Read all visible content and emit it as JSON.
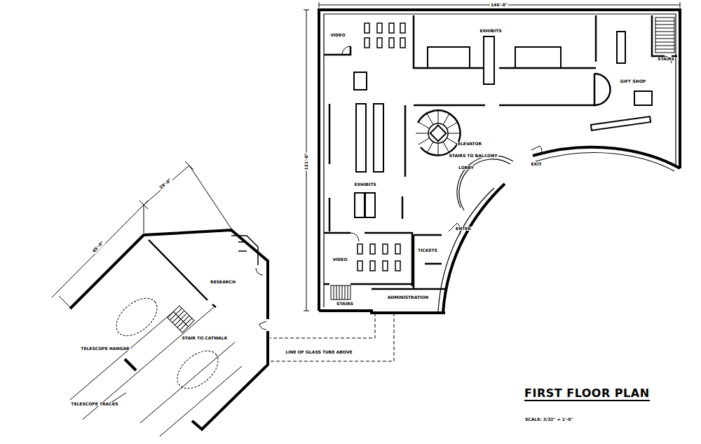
{
  "diagram": {
    "title": "FIRST FLOOR PLAN",
    "labels": [
      "146'-0\"",
      "121'-0\"",
      "VIDEO",
      "EXHIBITS",
      "STAIRS",
      "GIFT SHOP",
      "ELEVATOR",
      "STAIRS TO BALCONY",
      "LOBBY",
      "EXIT",
      "EXHIBITS",
      "ENTER",
      "TICKETS",
      "VIDEO",
      "STAIRS",
      "ADMINISTRATION",
      "RESEARCH",
      "STAIR TO CATWALK",
      "TELESCOPE HANGAR",
      "LINE OF GLASS TUBE ABOVE",
      "TELESCOPE TRACKS",
      "29'-0\"",
      "45'-0\"",
      "SCALE: 3/32\" = 1'-0\""
    ]
  }
}
